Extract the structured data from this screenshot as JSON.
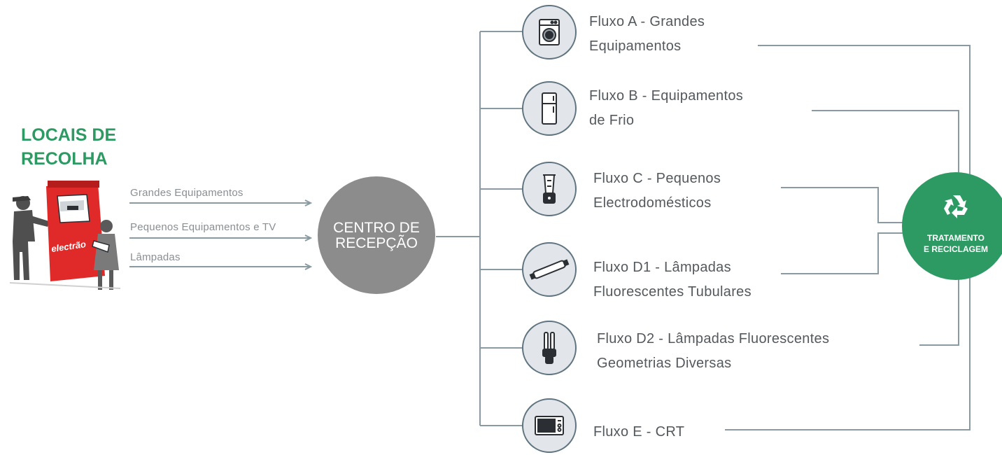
{
  "locais": {
    "line1": "LOCAIS DE",
    "line2": "RECOLHA"
  },
  "collection_bin": {
    "brand_text": "electrão"
  },
  "inputs": [
    {
      "label": "Grandes Equipamentos"
    },
    {
      "label": "Pequenos Equipamentos e TV"
    },
    {
      "label": "Lâmpadas"
    }
  ],
  "centro": {
    "line1": "CENTRO DE",
    "line2": "RECEPÇÃO"
  },
  "streams": [
    {
      "line1": "Fluxo A - Grandes",
      "line2": "Equipamentos",
      "icon": "washing-machine-icon"
    },
    {
      "line1": "Fluxo B - Equipamentos",
      "line2": "de Frio",
      "icon": "refrigerator-icon"
    },
    {
      "line1": "Fluxo C - Pequenos",
      "line2": "Electrodomésticos",
      "icon": "blender-icon"
    },
    {
      "line1": "Fluxo D1 - Lâmpadas",
      "line2": "Fluorescentes Tubulares",
      "icon": "fluorescent-tube-icon"
    },
    {
      "line1": "Fluxo D2 - Lâmpadas Fluorescentes",
      "line2": "Geometrias Diversas",
      "icon": "compact-fluorescent-lamp-icon"
    },
    {
      "line1": "Fluxo E - CRT",
      "line2": "",
      "icon": "crt-monitor-icon"
    }
  ],
  "tratamento": {
    "line1": "TRATAMENTO",
    "line2": "E RECICLAGEM",
    "icon": "recycle-icon"
  },
  "colors": {
    "green": "#2e9a63",
    "center_gray": "#8c8c8c",
    "line_gray": "#8a9aa3",
    "icon_fill": "#e2e6ea",
    "bin_red": "#e02a2a"
  }
}
